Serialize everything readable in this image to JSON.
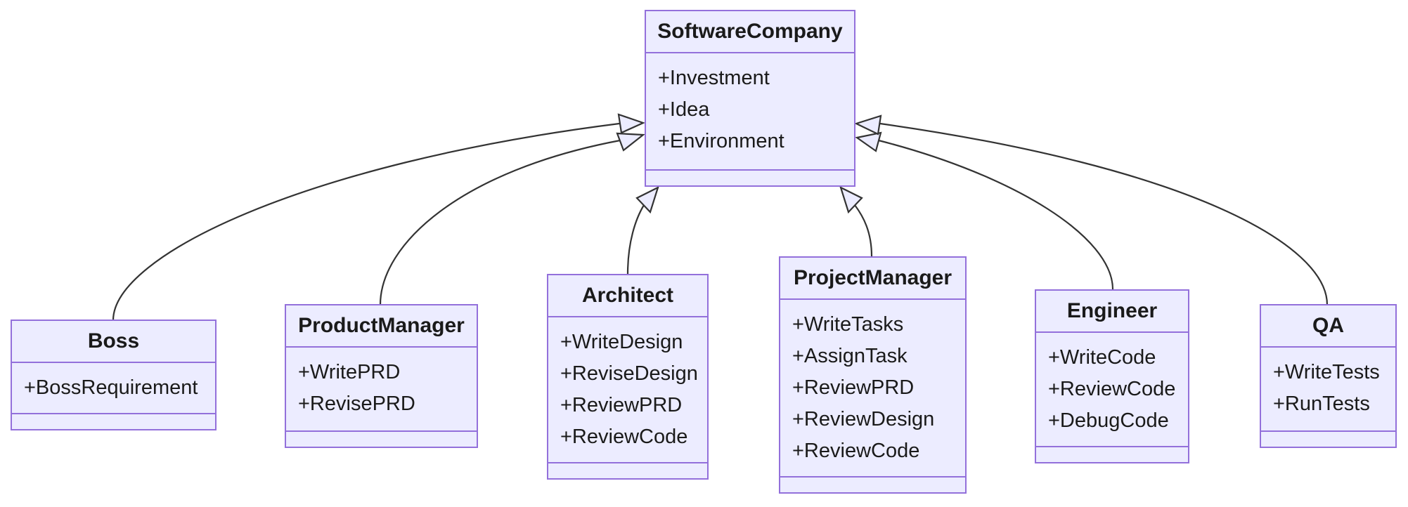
{
  "diagram": {
    "kind": "uml-class-diagram",
    "classes": [
      {
        "id": "software-company",
        "name": "SoftwareCompany",
        "members": [
          "+Investment",
          "+Idea",
          "+Environment"
        ],
        "methods": []
      },
      {
        "id": "boss",
        "name": "Boss",
        "members": [
          "+BossRequirement"
        ],
        "methods": []
      },
      {
        "id": "product-manager",
        "name": "ProductManager",
        "members": [
          "+WritePRD",
          "+RevisePRD"
        ],
        "methods": []
      },
      {
        "id": "architect",
        "name": "Architect",
        "members": [
          "+WriteDesign",
          "+ReviseDesign",
          "+ReviewPRD",
          "+ReviewCode"
        ],
        "methods": []
      },
      {
        "id": "project-manager",
        "name": "ProjectManager",
        "members": [
          "+WriteTasks",
          "+AssignTask",
          "+ReviewPRD",
          "+ReviewDesign",
          "+ReviewCode"
        ],
        "methods": []
      },
      {
        "id": "engineer",
        "name": "Engineer",
        "members": [
          "+WriteCode",
          "+ReviewCode",
          "+DebugCode"
        ],
        "methods": []
      },
      {
        "id": "qa",
        "name": "QA",
        "members": [
          "+WriteTests",
          "+RunTests"
        ],
        "methods": []
      }
    ],
    "relations": [
      {
        "from": "Boss",
        "to": "SoftwareCompany",
        "type": "inheritance"
      },
      {
        "from": "ProductManager",
        "to": "SoftwareCompany",
        "type": "inheritance"
      },
      {
        "from": "Architect",
        "to": "SoftwareCompany",
        "type": "inheritance"
      },
      {
        "from": "ProjectManager",
        "to": "SoftwareCompany",
        "type": "inheritance"
      },
      {
        "from": "Engineer",
        "to": "SoftwareCompany",
        "type": "inheritance"
      },
      {
        "from": "QA",
        "to": "SoftwareCompany",
        "type": "inheritance"
      }
    ],
    "colors": {
      "node_fill": "#ECECFF",
      "node_border": "#9370DB",
      "edge": "#333333",
      "arrow_fill": "#ECECFF",
      "text": "#1a1a1a",
      "background": "#ffffff"
    }
  }
}
